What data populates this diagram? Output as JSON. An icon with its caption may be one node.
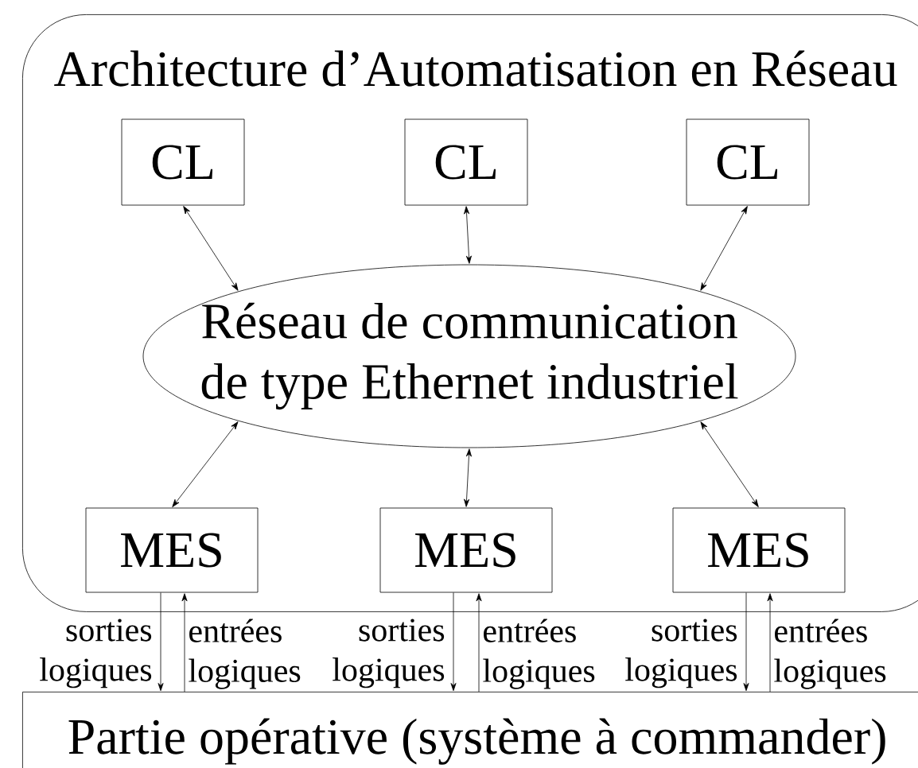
{
  "diagram": {
    "nodes": [
      {
        "text": [
          "Architecture d’Automatisation en Réseau"
        ]
      },
      {
        "text": [
          "CL"
        ],
        "in": 0
      },
      {
        "text": [
          "CL"
        ],
        "in": 0
      },
      {
        "text": [
          "CL"
        ],
        "in": 0
      },
      {
        "text": [
          "Réseau de communication de type Ethernet industriel"
        ],
        "in": 0
      },
      {
        "text": [
          "MES"
        ],
        "in": 0
      },
      {
        "text": [
          "MES"
        ],
        "in": 0
      },
      {
        "text": [
          "MES"
        ],
        "in": 0
      },
      {
        "text": [
          "Partie opérative (système à commander)"
        ]
      }
    ],
    "edges": [
      {
        "from": 1,
        "to": 4,
        "arrow": "both"
      },
      {
        "from": 2,
        "to": 4,
        "arrow": "both"
      },
      {
        "from": 3,
        "to": 4,
        "arrow": "both"
      },
      {
        "from": 4,
        "to": 5,
        "arrow": "both"
      },
      {
        "from": 4,
        "to": 6,
        "arrow": "both"
      },
      {
        "from": 4,
        "to": 7,
        "arrow": "both"
      },
      {
        "from": 5,
        "to": 8,
        "arrow": "to",
        "label": "sorties logiques"
      },
      {
        "from": 8,
        "to": 5,
        "arrow": "to",
        "label": "entrées logiques"
      },
      {
        "from": 6,
        "to": 8,
        "arrow": "to",
        "label": "sorties logiques"
      },
      {
        "from": 8,
        "to": 6,
        "arrow": "to",
        "label": "entrées logiques"
      },
      {
        "from": 7,
        "to": 8,
        "arrow": "to",
        "label": "sorties logiques"
      },
      {
        "from": 8,
        "to": 7,
        "arrow": "to",
        "label": "entrées logiques"
      }
    ]
  }
}
